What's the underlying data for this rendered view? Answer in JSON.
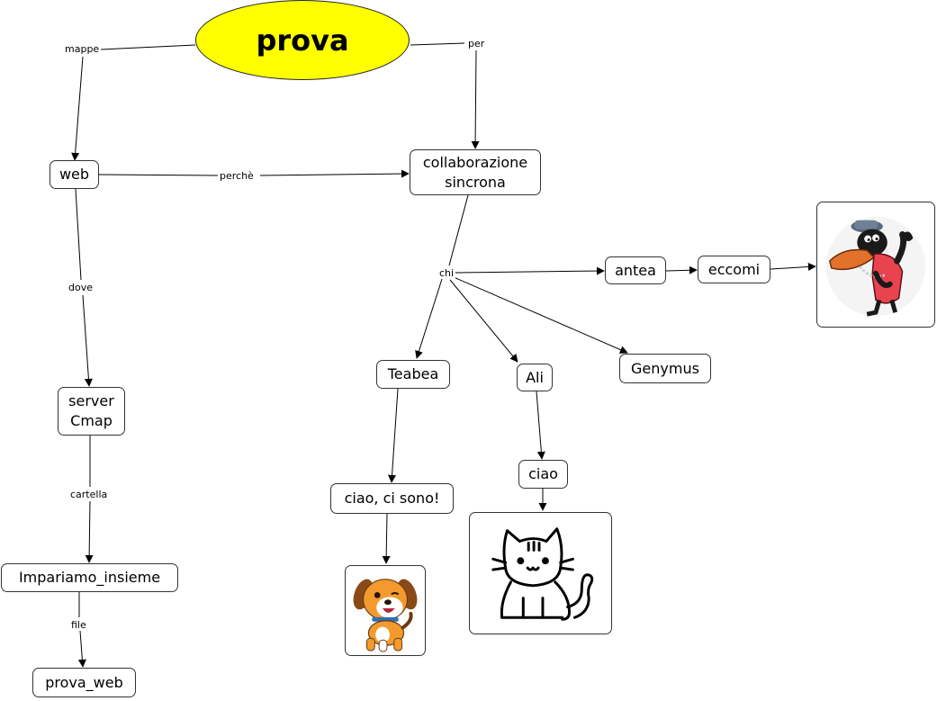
{
  "map": {
    "root": "prova",
    "nodes": {
      "web": "web",
      "collaborazione": "collaborazione\nsincrona",
      "server": "server\nCmap",
      "impariamo": "Impariamo_insieme",
      "prova_web": "prova_web",
      "antea": "antea",
      "eccomi": "eccomi",
      "teabea": "Teabea",
      "ali": "Ali",
      "genymus": "Genymus",
      "ciao_ci_sono": "ciao, ci sono!",
      "ciao": "ciao"
    },
    "links": {
      "mappe": "mappe",
      "per": "per",
      "perche": "perchè",
      "dove": "dove",
      "cartella": "cartella",
      "file": "file",
      "chi": "chi"
    },
    "images": {
      "duck": "cartoon-duck-image",
      "dog": "cartoon-puppy-image",
      "cat": "cat-line-drawing-image"
    }
  }
}
